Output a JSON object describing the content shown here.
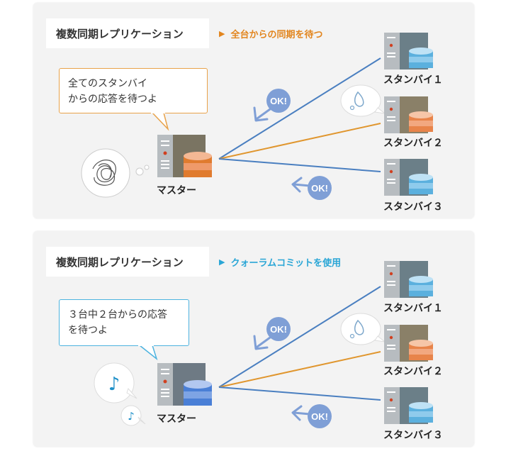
{
  "panels": [
    {
      "title": "複数同期レプリケーション",
      "note": "全台からの同期を待つ",
      "bubble_line1": "全てのスタンバイ",
      "bubble_line2": "からの応答を待つよ",
      "master_label": "マスター",
      "standbys": [
        "スタンバイ１",
        "スタンバイ２",
        "スタンバイ３"
      ],
      "ok_labels": [
        "OK!",
        "OK!"
      ],
      "master_color": "#e07b2e",
      "accent": "#e2851e"
    },
    {
      "title": "複数同期レプリケーション",
      "note": "クォーラムコミットを使用",
      "bubble_line1": "３台中２台からの応答",
      "bubble_line2": "を待つよ",
      "master_label": "マスター",
      "standbys": [
        "スタンバイ１",
        "スタンバイ２",
        "スタンバイ３"
      ],
      "ok_labels": [
        "OK!",
        "OK!"
      ],
      "master_color": "#4a7fd6",
      "accent": "#2aa6d6"
    }
  ],
  "colors": {
    "line_blue": "#4a7fc0",
    "line_orange": "#e0962e",
    "ok_badge": "#7f9fd6",
    "db_blue": "#5bb0de",
    "db_orange": "#e8844a"
  },
  "icons": {
    "server": "server-icon",
    "database": "database-icon",
    "sweat": "sweat-drop-icon",
    "scribble": "frustration-scribble-icon",
    "music": "music-note-icon"
  }
}
